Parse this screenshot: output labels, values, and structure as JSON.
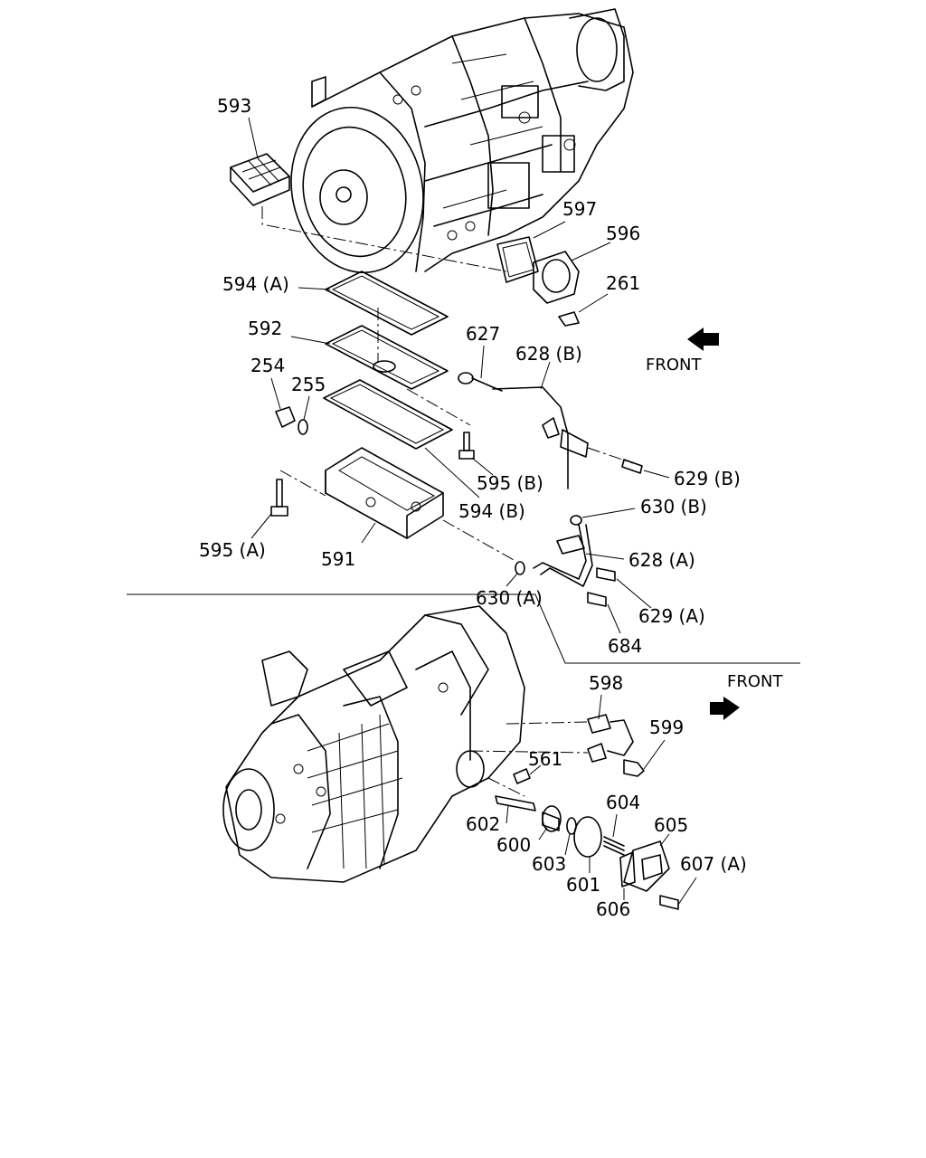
{
  "diagram": {
    "front_labels": [
      "FRONT",
      "FRONT"
    ],
    "part_labels": [
      "593",
      "597",
      "596",
      "594 (A)",
      "261",
      "592",
      "627",
      "628 (B)",
      "254",
      "255",
      "595 (B)",
      "594 (B)",
      "629 (B)",
      "630 (B)",
      "595 (A)",
      "591",
      "628 (A)",
      "630 (A)",
      "629 (A)",
      "684",
      "598",
      "599",
      "561",
      "604",
      "605",
      "602",
      "600",
      "607 (A)",
      "603",
      "601",
      "606"
    ]
  }
}
